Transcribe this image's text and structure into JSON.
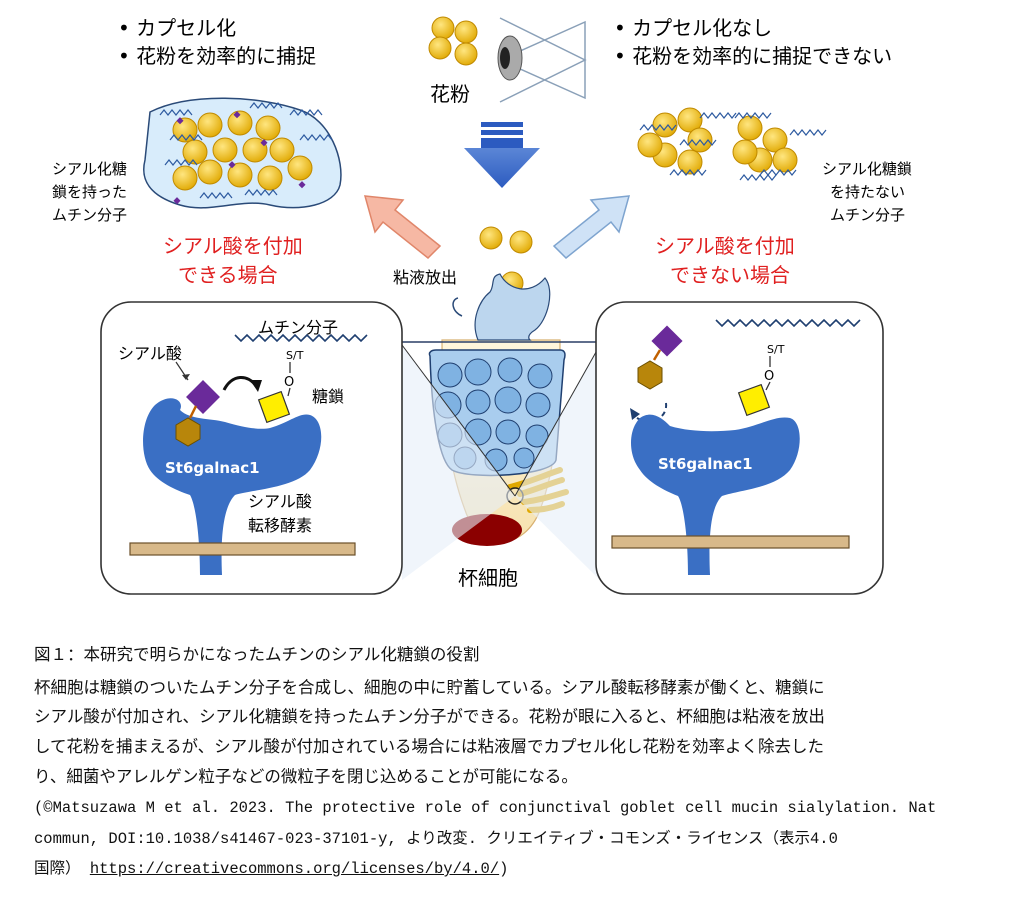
{
  "top_left": {
    "bullet1": "• カプセル化",
    "bullet2": "• 花粉を効率的に捕捉",
    "side_label_lines": [
      "シアル化糖",
      "鎖を持った",
      "ムチン分子"
    ]
  },
  "top_center": {
    "pollen_label": "花粉"
  },
  "top_right": {
    "bullet1": "• カプセル化なし",
    "bullet2": "• 花粉を効率的に捕捉できない",
    "side_label_lines": [
      "シアル化糖鎖",
      "を持たない",
      "ムチン分子"
    ]
  },
  "red_left_lines": [
    "シアル酸を付加",
    "できる場合"
  ],
  "red_right_lines": [
    "シアル酸を付加",
    "できない場合"
  ],
  "mucus_release": "粘液放出",
  "goblet_cell": "杯細胞",
  "left_panel": {
    "mucin": "ムチン分子",
    "sialic_acid": "シアル酸",
    "sugar_chain": "糖鎖",
    "enzyme": "St6galnac1",
    "transferase_lines": [
      "シアル酸",
      "転移酵素"
    ],
    "st": "S/T",
    "o": "O"
  },
  "right_panel": {
    "enzyme": "St6galnac1",
    "st": "S/T",
    "o": "O"
  },
  "colors": {
    "enzyme_blue": "#3a6fc4",
    "membrane": "#d8b98a",
    "sialic_purple": "#6a2a9a",
    "sugar_yellow": "#ffee00",
    "hexagon_gold": "#b8860b",
    "red_text": "#e02020",
    "big_arrow": "#3565c4",
    "pollen": "#f0c020"
  },
  "caption": {
    "title": "図１：本研究で明らかになったムチンのシアル化糖鎖の役割",
    "line1": "杯細胞は糖鎖のついたムチン分子を合成し、細胞の中に貯蓄している。シアル酸転移酵素が働くと、糖鎖に",
    "line2": "シアル酸が付加され、シアル化糖鎖を持ったムチン分子ができる。花粉が眼に入ると、杯細胞は粘液を放出",
    "line3": "して花粉を捕まえるが、シアル酸が付加されている場合には粘液層でカプセル化し花粉を効率よく除去した",
    "line4": "り、細菌やアレルゲン粒子などの微粒子を閉じ込めることが可能になる。",
    "ref1": "(©Matsuzawa M et al. 2023. The protective role of conjunctival goblet cell mucin sialylation. Nat",
    "ref2": "commun, DOI:10.1038/s41467-023-37101-y, より改変. クリエイティブ・コモンズ・ライセンス（表示4.0",
    "ref3_prefix": "国際）",
    "ref3_url": "https://creativecommons.org/licenses/by/4.0/",
    "ref3_suffix": ")"
  }
}
